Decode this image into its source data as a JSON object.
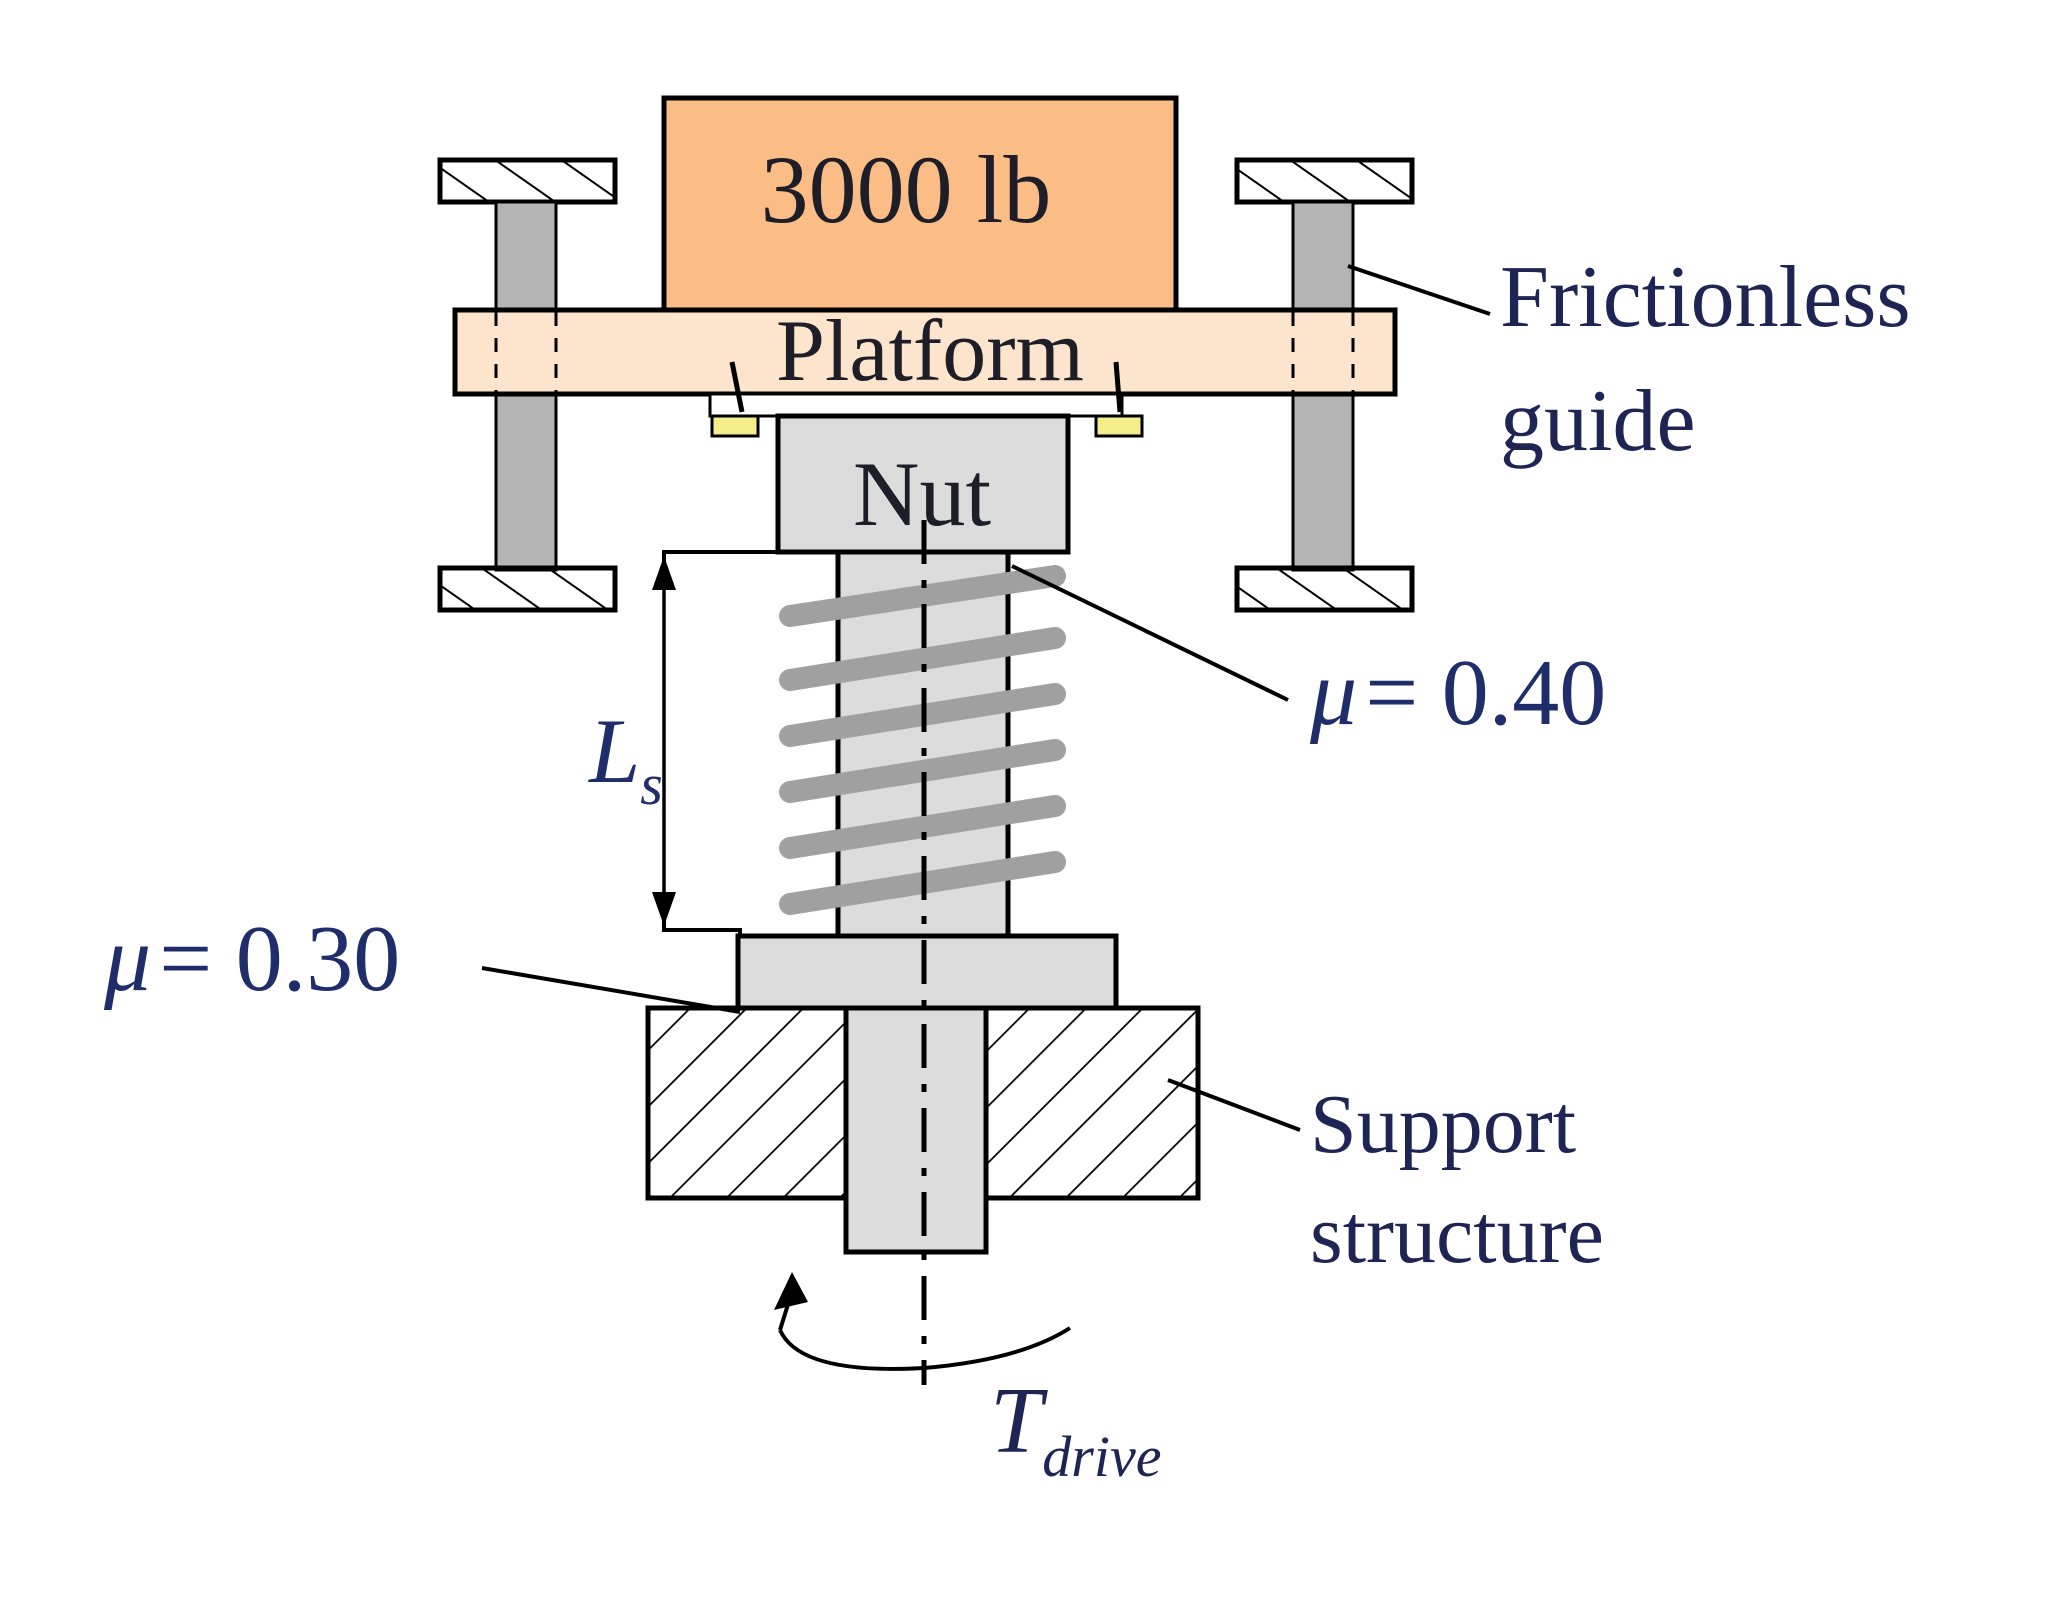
{
  "diagram": {
    "load_label": "3000 lb",
    "platform_label": "Platform",
    "nut_label": "Nut",
    "guide_label_line1": "Frictionless",
    "guide_label_line2": "guide",
    "mu_thread": {
      "symbol": "μ",
      "text": "= 0.40"
    },
    "mu_collar": {
      "symbol": "μ",
      "text": "= 0.30"
    },
    "length": {
      "symbol": "L",
      "subscript": "s"
    },
    "support_label_line1": "Support",
    "support_label_line2": "structure",
    "torque": {
      "symbol": "T",
      "subscript": "drive"
    }
  },
  "colors": {
    "load_fill": "#FBBD85",
    "platform_fill": "#FDE4CC",
    "metal_light": "#DCDCDC",
    "guide_gray": "#B4B4B4",
    "thread_gray": "#A0A0A0",
    "pad_yellow": "#F5EC8A",
    "label_navy": "#1E2555",
    "label_blue": "#1F2D6B",
    "outline": "#000000"
  }
}
